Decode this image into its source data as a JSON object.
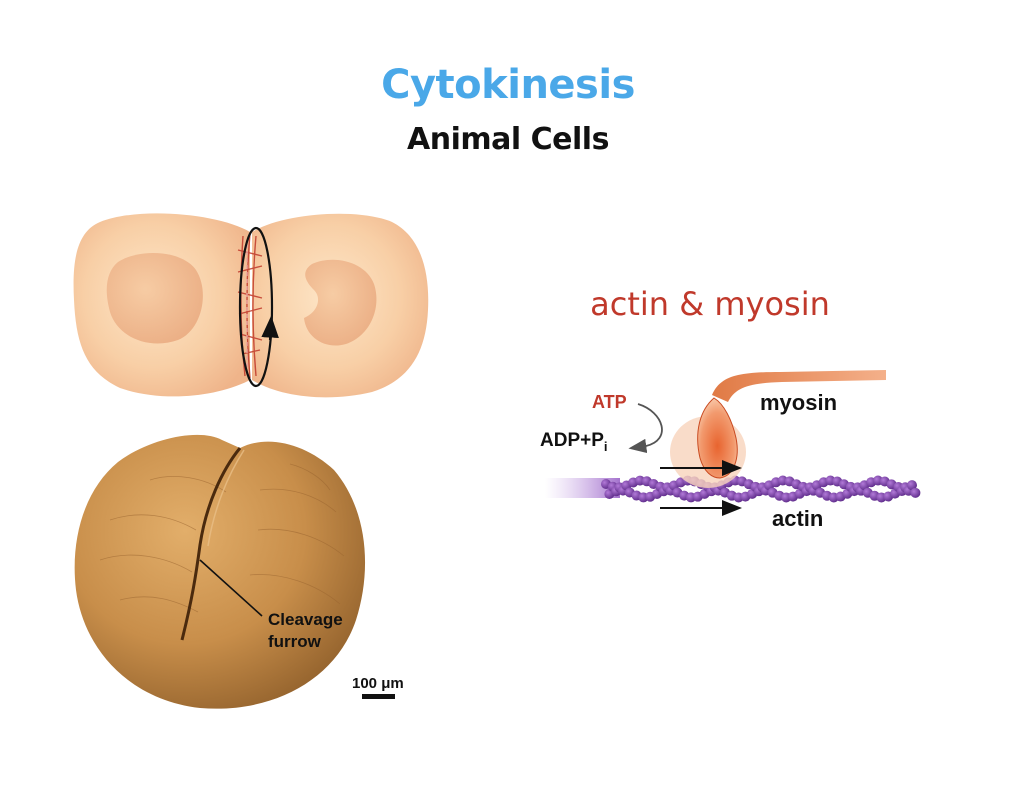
{
  "slide": {
    "title": "Cytokinesis",
    "subtitle": "Animal Cells",
    "heading": "actin & myosin"
  },
  "micrograph": {
    "furrow_label_line1": "Cleavage",
    "furrow_label_line2": "furrow",
    "scale_label": "100 μm"
  },
  "motor_diagram": {
    "atp_label": "ATP",
    "adp_label": "ADP+P",
    "adp_subscript": "i",
    "myosin_label": "myosin",
    "actin_label": "actin"
  },
  "colors": {
    "title": "#4AA8E8",
    "heading": "#C0392B",
    "atp": "#C0392B",
    "actin_bead": "#7A3FA8",
    "myosin": "#D9532B",
    "cell": "#F7C9A3",
    "embryo": "#C88E4A"
  }
}
